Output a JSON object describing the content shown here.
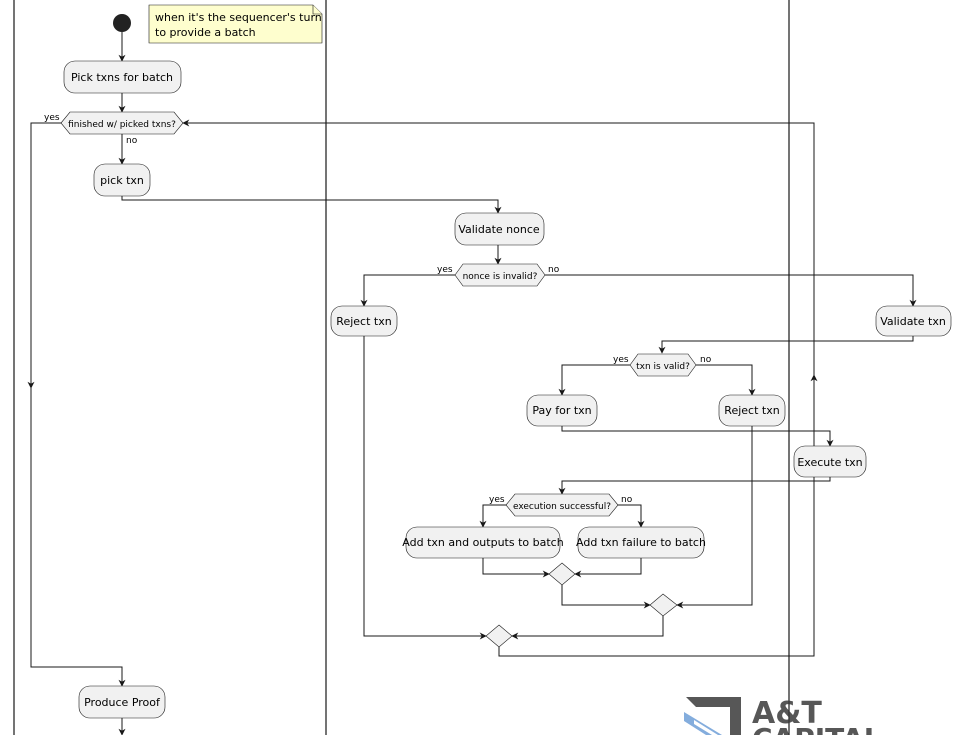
{
  "note": {
    "line1": "when it's the sequencer's turn",
    "line2": "to provide a batch"
  },
  "nodes": {
    "pick_txns": "Pick txns for batch",
    "pick_txn": "pick txn",
    "validate_nonce": "Validate nonce",
    "reject_txn_nonce": "Reject txn",
    "validate_txn": "Validate txn",
    "pay_for_txn": "Pay for txn",
    "reject_txn_invalid": "Reject txn",
    "execute_txn": "Execute txn",
    "add_outputs": "Add txn and outputs to batch",
    "add_failure": "Add txn failure to batch",
    "produce_proof": "Produce Proof"
  },
  "decisions": {
    "finished": "finished w/ picked txns?",
    "nonce_invalid": "nonce is invalid?",
    "txn_valid": "txn is valid?",
    "exec_success": "execution successful?"
  },
  "labels": {
    "yes": "yes",
    "no": "no"
  },
  "logo": {
    "line1": "A&T",
    "line2": "CAPITAL"
  }
}
